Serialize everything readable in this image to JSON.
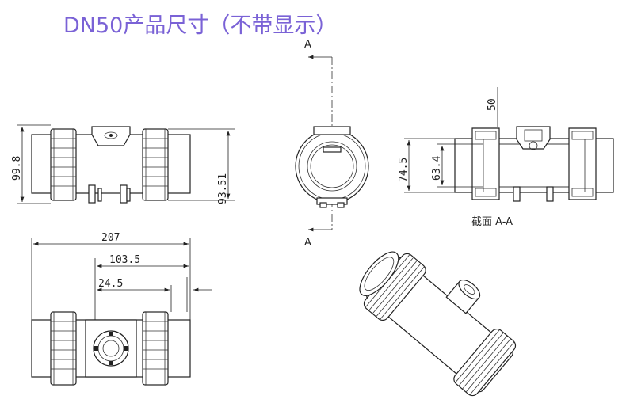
{
  "title": "DN50产品尺寸（不带显示）",
  "dimensions": {
    "height_left": "99.8",
    "height_right": "93.51",
    "total_length": "207",
    "half_length": "103.5",
    "offset": "24.5",
    "section_height": "74.5",
    "section_inner": "63.4",
    "section_top": "50"
  },
  "section": {
    "marker_top": "A",
    "marker_bottom": "A",
    "caption": "截面  A-A"
  }
}
